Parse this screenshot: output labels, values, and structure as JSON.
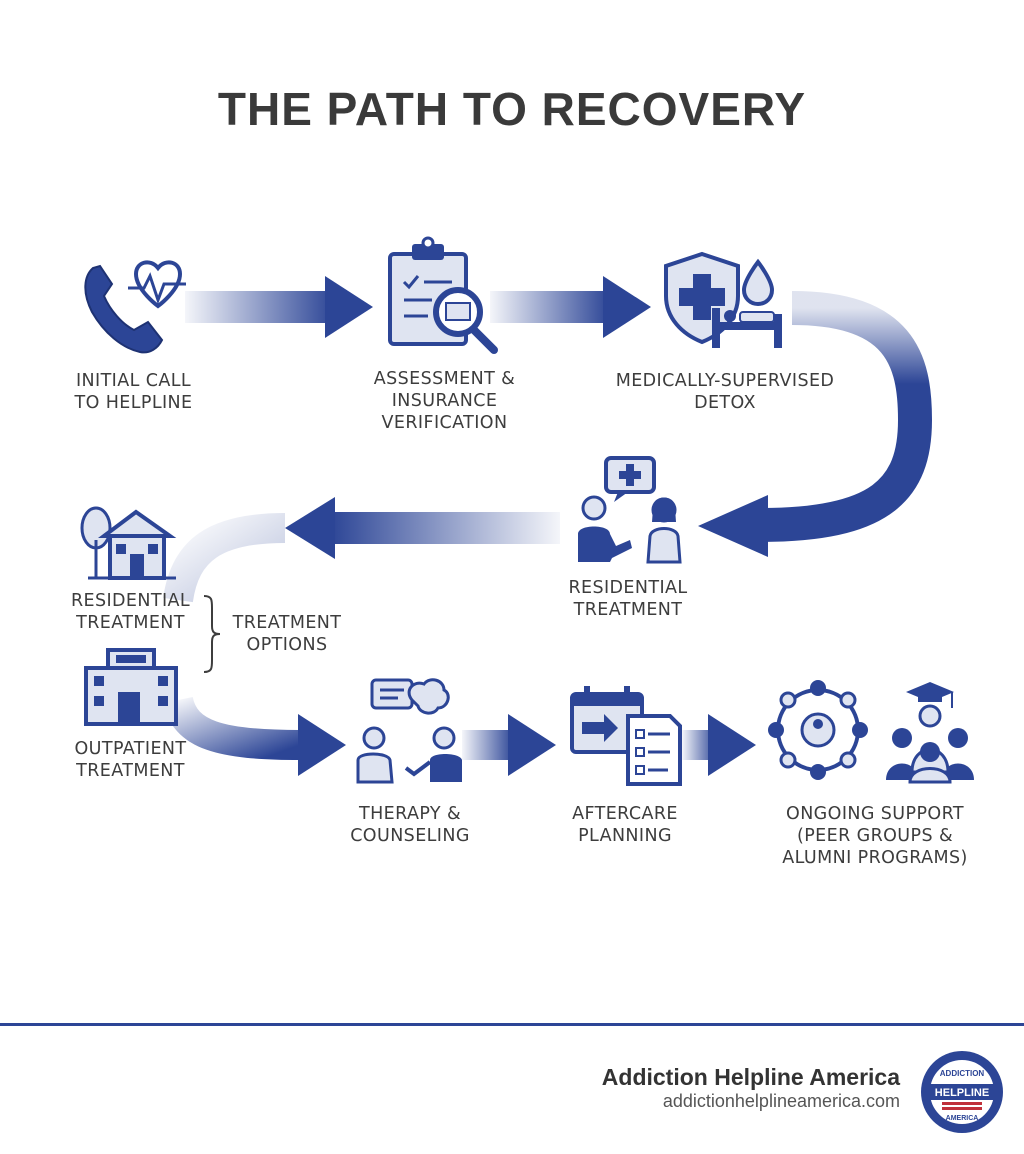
{
  "title": "THE PATH TO RECOVERY",
  "steps": [
    {
      "label": "INITIAL CALL\nTO HELPLINE",
      "icon": "phone-heartbeat-icon"
    },
    {
      "label": "ASSESSMENT &\nINSURANCE\nVERIFICATION",
      "icon": "clipboard-magnifier-icon"
    },
    {
      "label": "MEDICALLY-SUPERVISED\nDETOX",
      "icon": "shield-cross-bed-icon"
    },
    {
      "label": "RESIDENTIAL\nTREATMENT",
      "icon": "consultation-icon"
    },
    {
      "label": "RESIDENTIAL\nTREATMENT",
      "icon": "house-icon"
    },
    {
      "label": "OUTPATIENT\nTREATMENT",
      "icon": "building-icon"
    },
    {
      "label": "THERAPY &\nCOUNSELING",
      "icon": "therapy-session-icon"
    },
    {
      "label": "AFTERCARE\nPLANNING",
      "icon": "calendar-checklist-icon"
    },
    {
      "label": "ONGOING SUPPORT\n(PEER GROUPS &\nALUMNI PROGRAMS)",
      "icon": "peer-groups-icon"
    }
  ],
  "treatment_options": "TREATMENT\nOPTIONS",
  "colors": {
    "primary": "#2c4596",
    "light": "#dfe4f1",
    "text": "#3d3d3d"
  },
  "brand": {
    "name": "Addiction Helpline America",
    "url": "addictionhelplineamerica.com",
    "seal_text": "ADDICTION HELPLINE AMERICA"
  }
}
